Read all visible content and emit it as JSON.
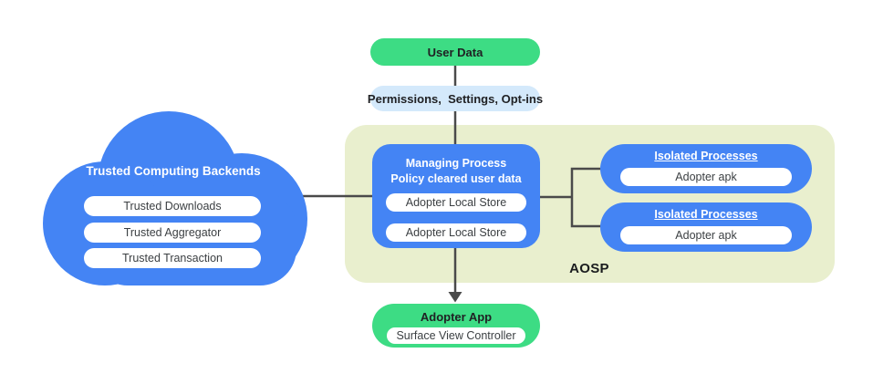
{
  "flow": {
    "user_data": "User Data",
    "permissions": "Permissions,  Settings, Opt-ins"
  },
  "cloud": {
    "title": "Trusted Computing Backends",
    "items": [
      "Trusted Downloads",
      "Trusted Aggregator",
      "Trusted Transaction"
    ]
  },
  "aosp": {
    "label": "AOSP",
    "managing_process": {
      "title_line1": "Managing Process",
      "title_line2": "Policy cleared user data",
      "stores": [
        "Adopter Local Store",
        "Adopter Local Store"
      ]
    },
    "isolated_processes": [
      {
        "title": "Isolated Processes",
        "app": "Adopter apk"
      },
      {
        "title": "Isolated Processes",
        "app": "Adopter apk"
      }
    ]
  },
  "adopter_app": {
    "title": "Adopter App",
    "item": "Surface View Controller"
  },
  "colors": {
    "green": "#3ddc84",
    "blue": "#4484f4",
    "light_blue": "#d4e9fb",
    "aosp_background": "#e9efce",
    "line": "#4a4a4a",
    "dark_text": "#202124",
    "pill_text": "#3c4043",
    "white": "#ffffff"
  }
}
